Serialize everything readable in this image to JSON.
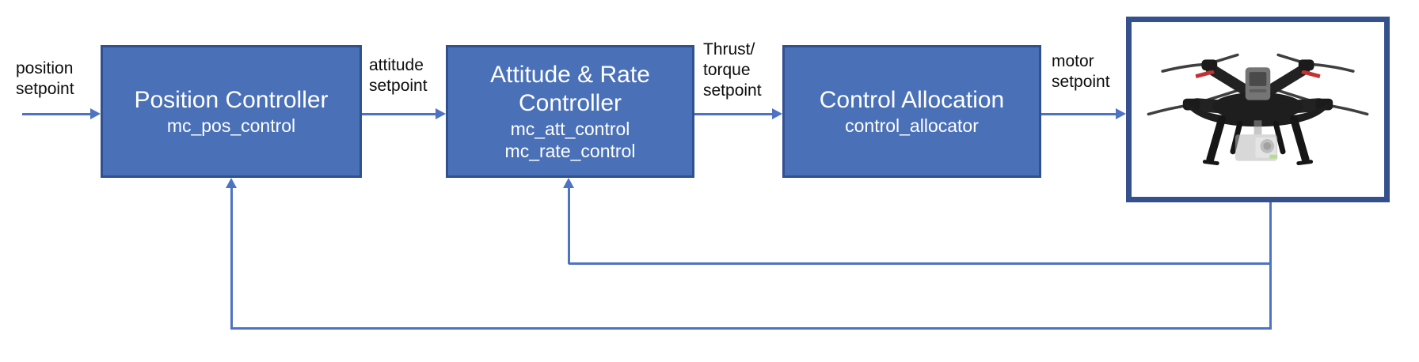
{
  "colors": {
    "background": "#ffffff",
    "block_fill": "#4a70b8",
    "block_border": "#30508f",
    "block_text": "#ffffff",
    "connector": "#4d73c5",
    "label_text": "#0d0d0d",
    "plant_border": "#35518d"
  },
  "blocks": [
    {
      "id": "position-controller",
      "title": "Position Controller",
      "modules": [
        "mc_pos_control"
      ]
    },
    {
      "id": "attitude-rate-controller",
      "title": "Attitude & Rate Controller",
      "modules": [
        "mc_att_control",
        "mc_rate_control"
      ]
    },
    {
      "id": "control-allocation",
      "title": "Control Allocation",
      "modules": [
        "control_allocator"
      ]
    }
  ],
  "signals": [
    {
      "id": "position-setpoint",
      "text": "position\nsetpoint"
    },
    {
      "id": "attitude-setpoint",
      "text": "attitude\nsetpoint"
    },
    {
      "id": "thrust-torque-setpoint",
      "text": "Thrust/\ntorque\nsetpoint"
    },
    {
      "id": "motor-setpoint",
      "text": "motor\nsetpoint"
    }
  ],
  "plant": {
    "id": "vehicle",
    "image": "quadcopter-photo"
  }
}
